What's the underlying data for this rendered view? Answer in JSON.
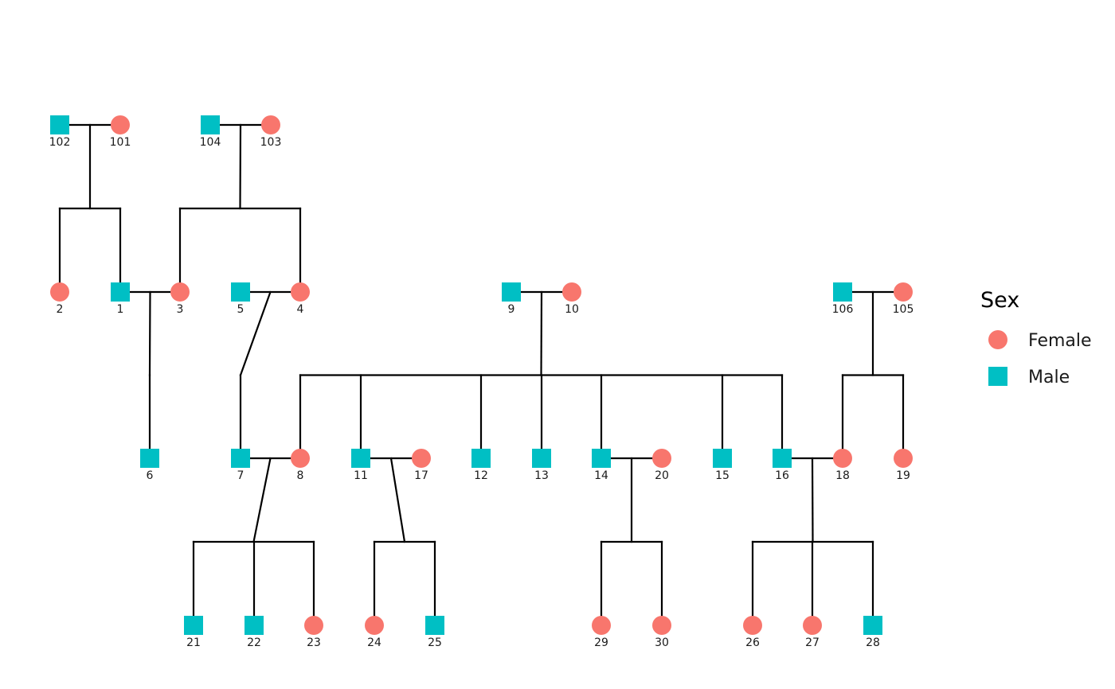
{
  "colors": {
    "female": "#F8766D",
    "male": "#00BFC4",
    "line": "#000000"
  },
  "legend": {
    "title": "Sex",
    "items": [
      {
        "key": "female",
        "label": "Female",
        "shape": "circle"
      },
      {
        "key": "male",
        "label": "Male",
        "shape": "square"
      }
    ]
  },
  "pedigree": {
    "individuals": [
      {
        "id": "102",
        "sex": "male",
        "generation": 1
      },
      {
        "id": "101",
        "sex": "female",
        "generation": 1
      },
      {
        "id": "104",
        "sex": "male",
        "generation": 1
      },
      {
        "id": "103",
        "sex": "female",
        "generation": 1
      },
      {
        "id": "2",
        "sex": "female",
        "generation": 2
      },
      {
        "id": "1",
        "sex": "male",
        "generation": 2
      },
      {
        "id": "3",
        "sex": "female",
        "generation": 2
      },
      {
        "id": "5",
        "sex": "male",
        "generation": 2
      },
      {
        "id": "4",
        "sex": "female",
        "generation": 2
      },
      {
        "id": "9",
        "sex": "male",
        "generation": 2
      },
      {
        "id": "10",
        "sex": "female",
        "generation": 2
      },
      {
        "id": "106",
        "sex": "male",
        "generation": 2
      },
      {
        "id": "105",
        "sex": "female",
        "generation": 2
      },
      {
        "id": "6",
        "sex": "male",
        "generation": 3
      },
      {
        "id": "7",
        "sex": "male",
        "generation": 3
      },
      {
        "id": "8",
        "sex": "female",
        "generation": 3
      },
      {
        "id": "11",
        "sex": "male",
        "generation": 3
      },
      {
        "id": "17",
        "sex": "female",
        "generation": 3
      },
      {
        "id": "12",
        "sex": "male",
        "generation": 3
      },
      {
        "id": "13",
        "sex": "male",
        "generation": 3
      },
      {
        "id": "14",
        "sex": "male",
        "generation": 3
      },
      {
        "id": "20",
        "sex": "female",
        "generation": 3
      },
      {
        "id": "15",
        "sex": "male",
        "generation": 3
      },
      {
        "id": "16",
        "sex": "male",
        "generation": 3
      },
      {
        "id": "18",
        "sex": "female",
        "generation": 3
      },
      {
        "id": "19",
        "sex": "female",
        "generation": 3
      },
      {
        "id": "21",
        "sex": "male",
        "generation": 4
      },
      {
        "id": "22",
        "sex": "male",
        "generation": 4
      },
      {
        "id": "23",
        "sex": "female",
        "generation": 4
      },
      {
        "id": "24",
        "sex": "female",
        "generation": 4
      },
      {
        "id": "25",
        "sex": "male",
        "generation": 4
      },
      {
        "id": "29",
        "sex": "female",
        "generation": 4
      },
      {
        "id": "30",
        "sex": "female",
        "generation": 4
      },
      {
        "id": "26",
        "sex": "female",
        "generation": 4
      },
      {
        "id": "27",
        "sex": "female",
        "generation": 4
      },
      {
        "id": "28",
        "sex": "male",
        "generation": 4
      }
    ],
    "families": [
      {
        "father": "102",
        "mother": "101",
        "children": [
          "2",
          "1"
        ]
      },
      {
        "father": "104",
        "mother": "103",
        "children": [
          "3",
          "4"
        ]
      },
      {
        "father": "1",
        "mother": "3",
        "children": [
          "6"
        ]
      },
      {
        "father": "5",
        "mother": "4",
        "children": [
          "7"
        ]
      },
      {
        "father": "9",
        "mother": "10",
        "children": [
          "8",
          "11",
          "12",
          "13",
          "14",
          "15",
          "16"
        ]
      },
      {
        "father": "106",
        "mother": "105",
        "children": [
          "18",
          "19"
        ]
      },
      {
        "father": "7",
        "mother": "8",
        "children": [
          "21",
          "22",
          "23"
        ]
      },
      {
        "father": "11",
        "mother": "17",
        "children": [
          "24",
          "25"
        ]
      },
      {
        "father": "14",
        "mother": "20",
        "children": [
          "29",
          "30"
        ]
      },
      {
        "father": "16",
        "mother": "18",
        "children": [
          "26",
          "27",
          "28"
        ]
      }
    ]
  }
}
